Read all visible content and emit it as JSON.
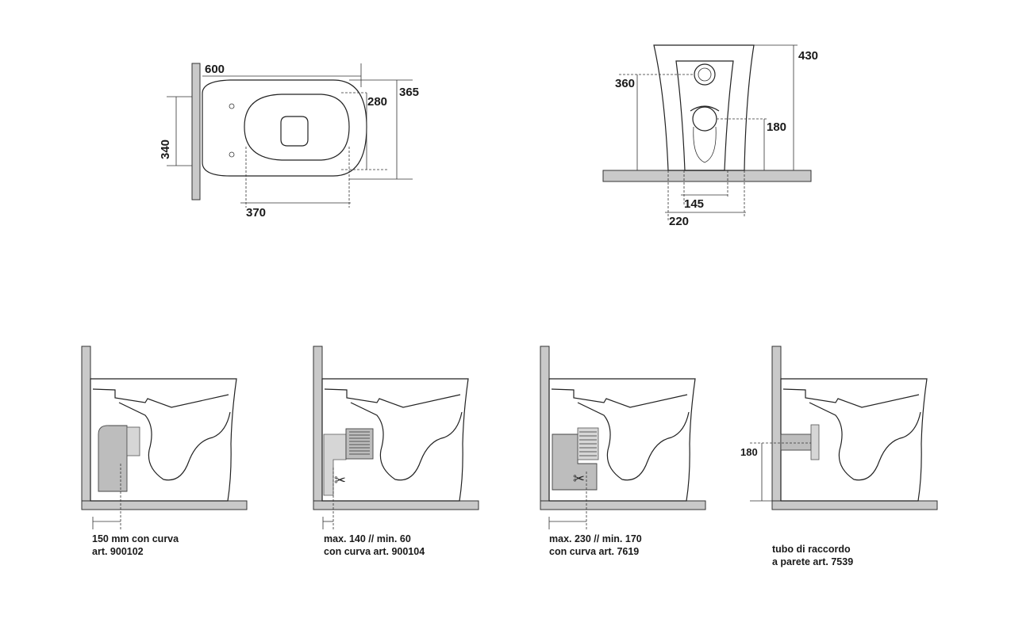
{
  "top_view": {
    "dims": {
      "length": "600",
      "depth": "365",
      "seat_depth": "280",
      "fixing_spacing": "340",
      "outlet": "370"
    }
  },
  "side_view": {
    "dims": {
      "height": "430",
      "inlet_height": "360",
      "outlet_height": "180",
      "outlet_center": "145",
      "base_width": "220"
    }
  },
  "installs": [
    {
      "line1": "150 mm con curva",
      "line2": "art. 900102"
    },
    {
      "line1": "max. 140 // min. 60",
      "line2": "con curva art. 900104"
    },
    {
      "line1": "max. 230 // min. 170",
      "line2": "con curva art. 7619"
    },
    {
      "line1": "tubo di raccordo",
      "line2": "a parete art. 7539",
      "dim": "180"
    }
  ]
}
